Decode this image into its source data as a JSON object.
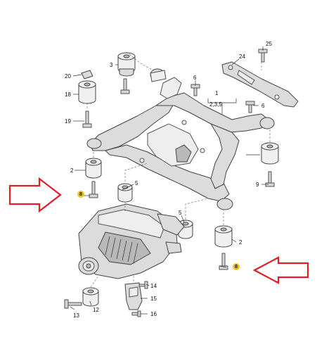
{
  "diagram": {
    "callouts": [
      {
        "id": "c1",
        "text": "1"
      },
      {
        "id": "c1sub",
        "text": "2,3,5"
      },
      {
        "id": "c2a",
        "text": "2"
      },
      {
        "id": "c2b",
        "text": "2"
      },
      {
        "id": "c3",
        "text": "3"
      },
      {
        "id": "c5a",
        "text": "5"
      },
      {
        "id": "c5b",
        "text": "5"
      },
      {
        "id": "c6a",
        "text": "6"
      },
      {
        "id": "c6b",
        "text": "6"
      },
      {
        "id": "c8a",
        "text": "8"
      },
      {
        "id": "c8b",
        "text": "8"
      },
      {
        "id": "c9",
        "text": "9"
      },
      {
        "id": "c12",
        "text": "12"
      },
      {
        "id": "c13",
        "text": "13"
      },
      {
        "id": "c14",
        "text": "14"
      },
      {
        "id": "c15",
        "text": "15"
      },
      {
        "id": "c16",
        "text": "16"
      },
      {
        "id": "c18",
        "text": "18"
      },
      {
        "id": "c19",
        "text": "19"
      },
      {
        "id": "c20",
        "text": "20"
      },
      {
        "id": "c24",
        "text": "24"
      },
      {
        "id": "c25",
        "text": "25"
      }
    ],
    "colors": {
      "arrow": "#e01f26",
      "highlight": "#f2c31b",
      "line": "#444444",
      "metal": "#dcdcdc"
    }
  }
}
